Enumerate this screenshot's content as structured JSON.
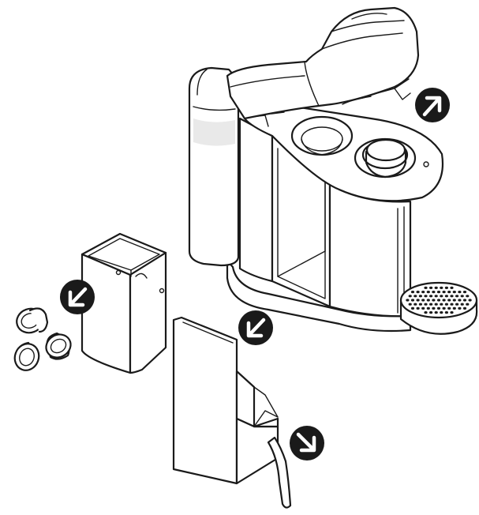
{
  "diagram": {
    "colors": {
      "line": "#1a1a1a",
      "background": "#ffffff",
      "arrow_badge": "#1a1a1a",
      "arrow_glyph": "#ffffff"
    },
    "parts": [
      {
        "name": "coffee-machine",
        "icon": "coffee-machine-icon"
      },
      {
        "name": "water-tank",
        "icon": "water-tank-icon"
      },
      {
        "name": "capsule-container",
        "icon": "capsule-container-icon"
      },
      {
        "name": "used-capsules",
        "icon": "capsule-icon"
      },
      {
        "name": "drip-tray",
        "icon": "drip-tray-icon"
      },
      {
        "name": "drip-grid",
        "icon": "drip-grid-icon"
      }
    ],
    "arrows": [
      {
        "name": "lid-open-arrow",
        "direction": "up-right"
      },
      {
        "name": "container-remove-arrow",
        "direction": "down-left"
      },
      {
        "name": "tray-remove-arrow",
        "direction": "down-left"
      },
      {
        "name": "empty-water-arrow",
        "direction": "down-right"
      }
    ]
  }
}
